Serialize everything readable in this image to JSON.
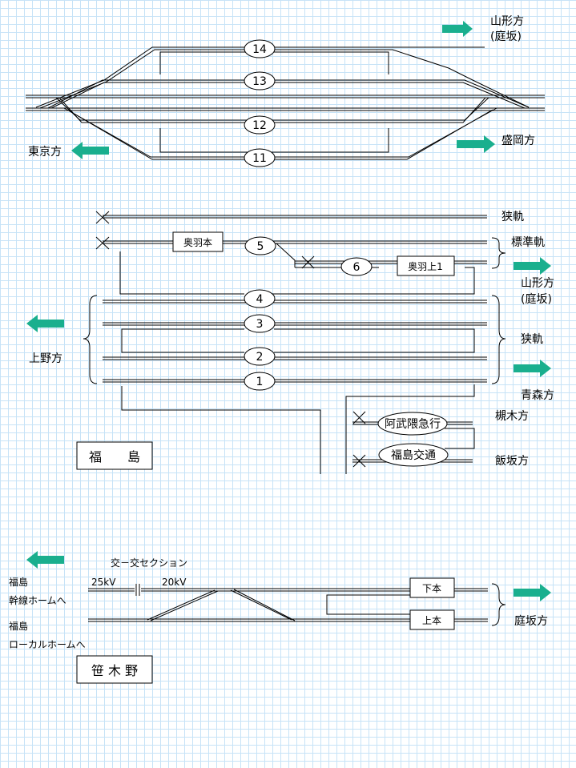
{
  "fukushima_yard": {
    "platforms": {
      "p14": "14",
      "p13": "13",
      "p12": "12",
      "p11": "11"
    },
    "dir_yamagata": "山形方",
    "dir_yamagata_sub": "(庭坂)",
    "dir_morioka": "盛岡方",
    "dir_tokyo": "東京方"
  },
  "fukushima_station": {
    "platforms": {
      "p5": "5",
      "p6": "6",
      "p4": "4",
      "p3": "3",
      "p2": "2",
      "p1": "1"
    },
    "label_narrow_gauge": "狭軌",
    "label_standard_gauge": "標準軌",
    "label_okuu_main": "奥羽本",
    "label_okuu_up1": "奥羽上1",
    "label_narrow_gauge_2": "狭軌",
    "dir_yamagata": "山形方",
    "dir_yamagata_sub": "(庭坂)",
    "dir_ueno": "上野方",
    "dir_aomori": "青森方",
    "dir_tsukinoki": "槻木方",
    "dir_iizaka": "飯坂方",
    "abukuma_express": "阿武隈急行",
    "fukushima_kotsu": "福島交通",
    "station_name": "福　　島"
  },
  "sasakino": {
    "section_label": "交－交セクション",
    "voltage_left": "25kV",
    "voltage_right": "20kV",
    "left_label_1_line1": "福島",
    "left_label_1_line2": "幹線ホームへ",
    "left_label_2_line1": "福島",
    "left_label_2_line2": "ローカルホームへ",
    "track_down_main": "下本",
    "track_up_main": "上本",
    "dir_niwasaka": "庭坂方",
    "station_name": "笹 木 野"
  },
  "colors": {
    "arrow": "#1aaf8e",
    "grid": "#c7e3f7",
    "line": "#000000"
  }
}
